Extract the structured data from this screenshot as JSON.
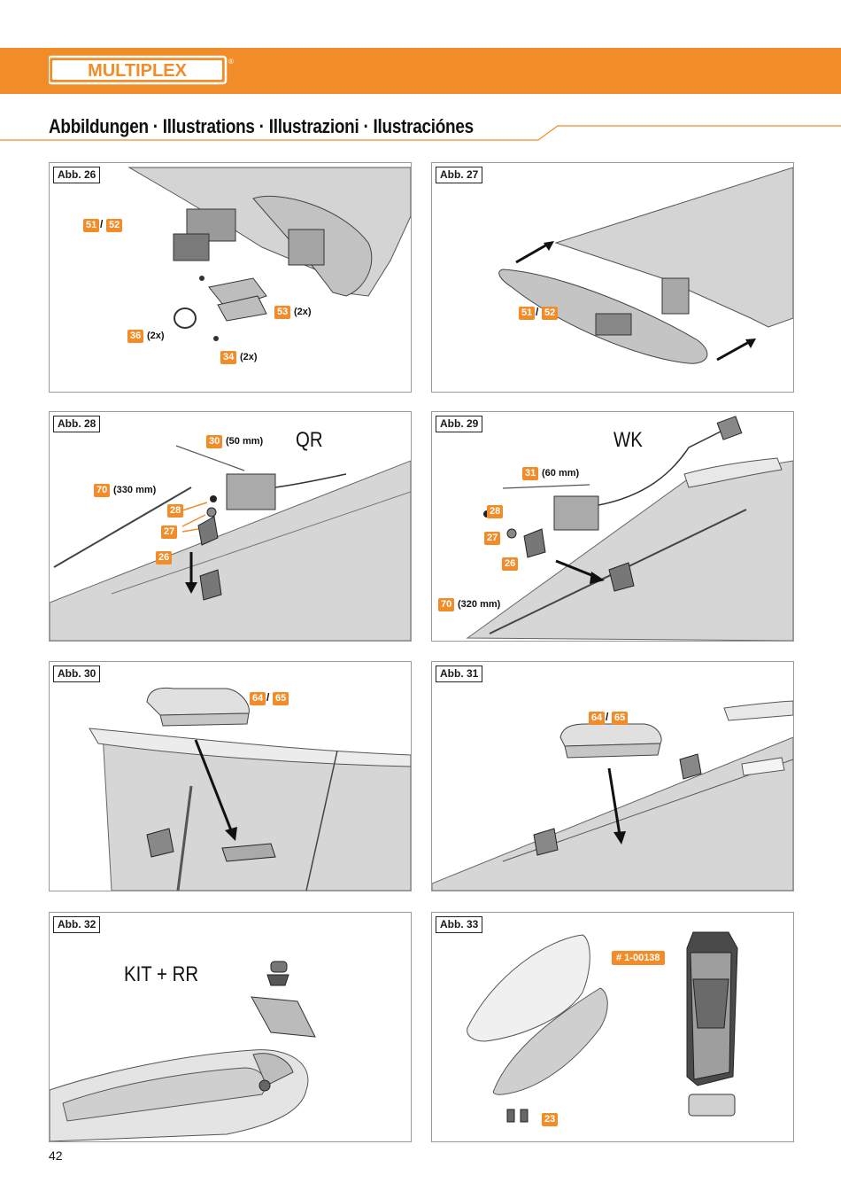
{
  "header": {
    "brand": "MULTIPLEX",
    "registered": "®",
    "title": "Abbildungen · Illustrations · Illustrazioni · Ilustraciónes"
  },
  "panels": {
    "abb26": {
      "label": "Abb. 26",
      "part_a": "51",
      "part_b": "52",
      "slash": "/",
      "part_53": "53",
      "qty_53": "(2x)",
      "part_36": "36",
      "qty_36": "(2x)",
      "part_34": "34",
      "qty_34": "(2x)"
    },
    "abb27": {
      "label": "Abb. 27",
      "part_a": "51",
      "part_b": "52",
      "slash": "/"
    },
    "abb28": {
      "label": "Abb. 28",
      "heading": "QR",
      "part_30": "30",
      "len_30": "(50 mm)",
      "part_70": "70",
      "len_70": "(330 mm)",
      "part_28": "28",
      "part_27": "27",
      "part_26": "26"
    },
    "abb29": {
      "label": "Abb. 29",
      "heading": "WK",
      "part_31": "31",
      "len_31": "(60 mm)",
      "part_28": "28",
      "part_27": "27",
      "part_26": "26",
      "part_70": "70",
      "len_70": "(320 mm)"
    },
    "abb30": {
      "label": "Abb. 30",
      "part_a": "64",
      "part_b": "65",
      "slash": "/"
    },
    "abb31": {
      "label": "Abb. 31",
      "part_a": "64",
      "part_b": "65",
      "slash": "/"
    },
    "abb32": {
      "label": "Abb. 32",
      "heading": "KIT + RR"
    },
    "abb33": {
      "label": "Abb. 33",
      "order_no": "# 1-00138",
      "part_23": "23"
    }
  },
  "footer": {
    "page_number": "42"
  },
  "colors": {
    "accent": "#f28c28",
    "drawing": "#c9c9c9",
    "line": "#3a3a3a"
  }
}
